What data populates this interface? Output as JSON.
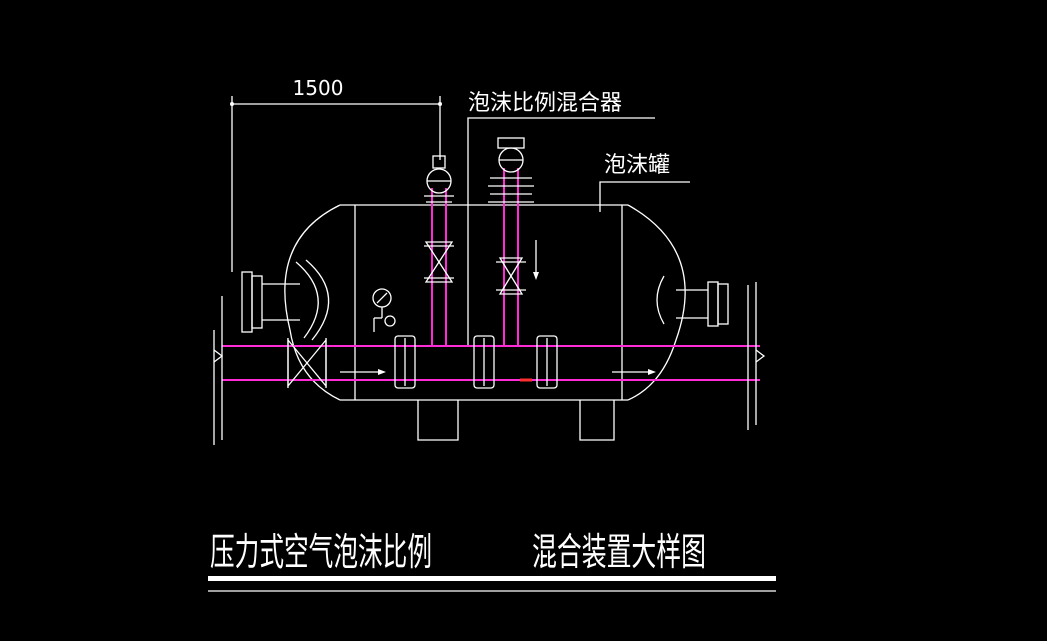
{
  "dimension": {
    "value": "1500"
  },
  "labels": {
    "mixer": "泡沫比例混合器",
    "tank": "泡沫罐"
  },
  "title": {
    "part1": "压力式空气泡沫比例",
    "part2": "混合装置大样图"
  },
  "colors": {
    "background": "#000000",
    "lines": "#ffffff",
    "pipe": "#ff2bd6",
    "flow_mark": "#ff3030"
  }
}
